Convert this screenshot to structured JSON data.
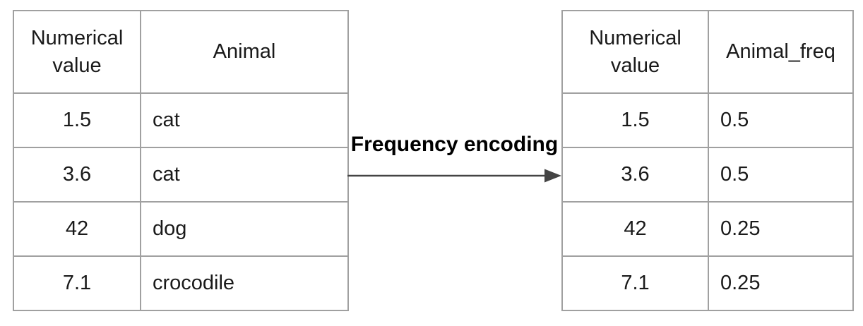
{
  "arrow_label": "Frequency encoding",
  "left_table": {
    "columns": [
      "Numerical value",
      "Animal"
    ],
    "rows": [
      [
        "1.5",
        "cat"
      ],
      [
        "3.6",
        "cat"
      ],
      [
        "42",
        "dog"
      ],
      [
        "7.1",
        "crocodile"
      ]
    ]
  },
  "right_table": {
    "columns": [
      "Numerical value",
      "Animal_freq"
    ],
    "rows": [
      [
        "1.5",
        "0.5"
      ],
      [
        "3.6",
        "0.5"
      ],
      [
        "42",
        "0.25"
      ],
      [
        "7.1",
        "0.25"
      ]
    ]
  },
  "colors": {
    "table_border": "#a0a0a0",
    "arrow": "#444444",
    "text": "#1a1a1a",
    "background": "#ffffff"
  }
}
